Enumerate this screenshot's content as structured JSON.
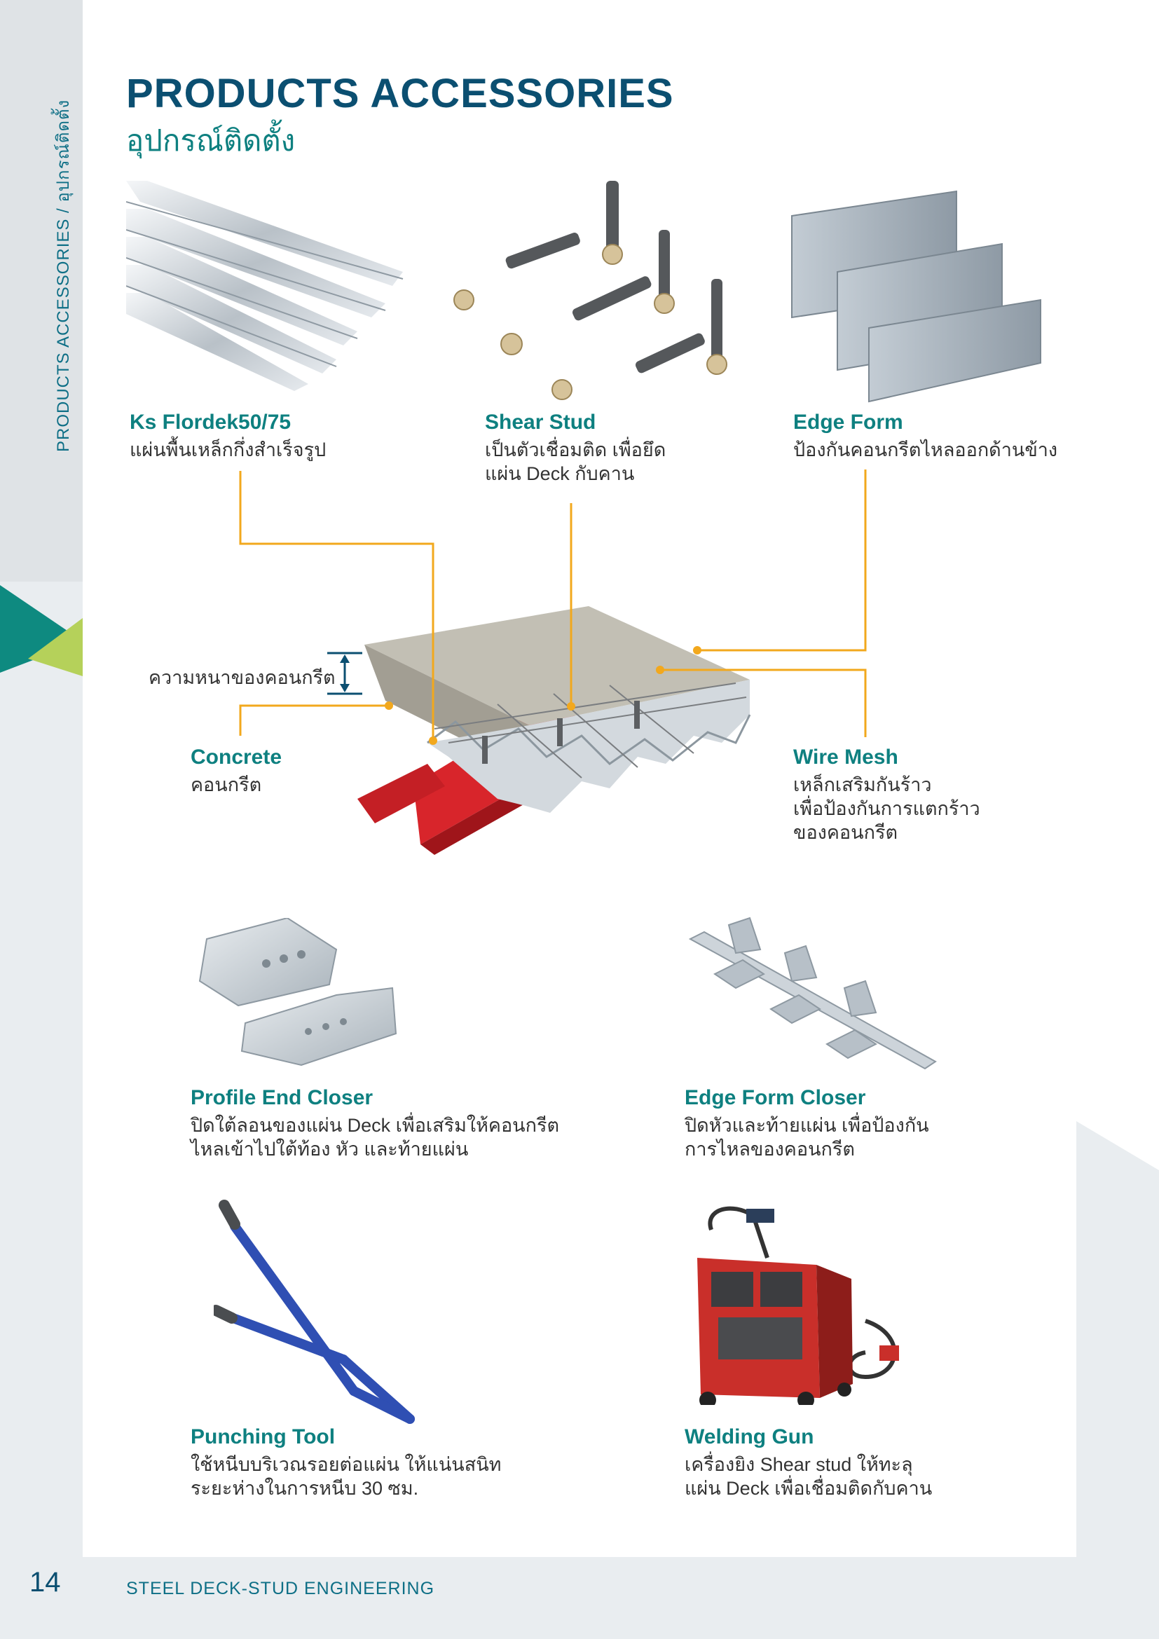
{
  "header": {
    "title": "PRODUCTS ACCESSORIES",
    "subtitle": "อุปกรณ์ติดตั้ง"
  },
  "sidebar": {
    "label": "PRODUCTS ACCESSORIES / อุปกรณ์ติดตั้ง"
  },
  "diagram": {
    "thickness_label": "ความหนาของคอนกรีต"
  },
  "products": {
    "flordek": {
      "name": "Ks Flordek50/75",
      "desc": [
        "แผ่นพื้นเหล็กกึ่งสำเร็จรูป"
      ]
    },
    "shear_stud": {
      "name": "Shear Stud",
      "desc": [
        "เป็นตัวเชื่อมติด เพื่อยึด",
        "แผ่น Deck กับคาน"
      ]
    },
    "edge_form": {
      "name": "Edge Form",
      "desc": [
        "ป้องกันคอนกรีตไหลออกด้านข้าง"
      ]
    },
    "concrete": {
      "name": "Concrete",
      "desc": [
        "คอนกรีต"
      ]
    },
    "wire_mesh": {
      "name": "Wire Mesh",
      "desc": [
        "เหล็กเสริมกันร้าว",
        "เพื่อป้องกันการแตกร้าว",
        "ของคอนกรีต"
      ]
    },
    "profile_end_closer": {
      "name": "Profile End Closer",
      "desc": [
        "ปิดใต้ลอนของแผ่น Deck เพื่อเสริมให้คอนกรีต",
        "ไหลเข้าไปใต้ท้อง หัว และท้ายแผ่น"
      ]
    },
    "edge_form_closer": {
      "name": "Edge Form Closer",
      "desc": [
        "ปิดหัวและท้ายแผ่น เพื่อป้องกัน",
        "การไหลของคอนกรีต"
      ]
    },
    "punching_tool": {
      "name": "Punching Tool",
      "desc": [
        "ใช้หนีบบริเวณรอยต่อแผ่น ให้แน่นสนิท",
        "ระยะห่างในการหนีบ 30 ซม."
      ]
    },
    "welding_gun": {
      "name": "Welding Gun",
      "desc": [
        "เครื่องยิง Shear stud ให้ทะลุ",
        "แผ่น Deck เพื่อเชื่อมติดกับคาน"
      ]
    }
  },
  "footer": {
    "page_number": "14",
    "text": "STEEL DECK-STUD ENGINEERING"
  },
  "colors": {
    "title": "#0b4f71",
    "accent_teal": "#0e8080",
    "leader_line": "#f2a81d",
    "beam_red": "#d8252b",
    "sidebar_triangle_teal": "#0e8a80",
    "sidebar_triangle_green": "#b5d15a"
  }
}
